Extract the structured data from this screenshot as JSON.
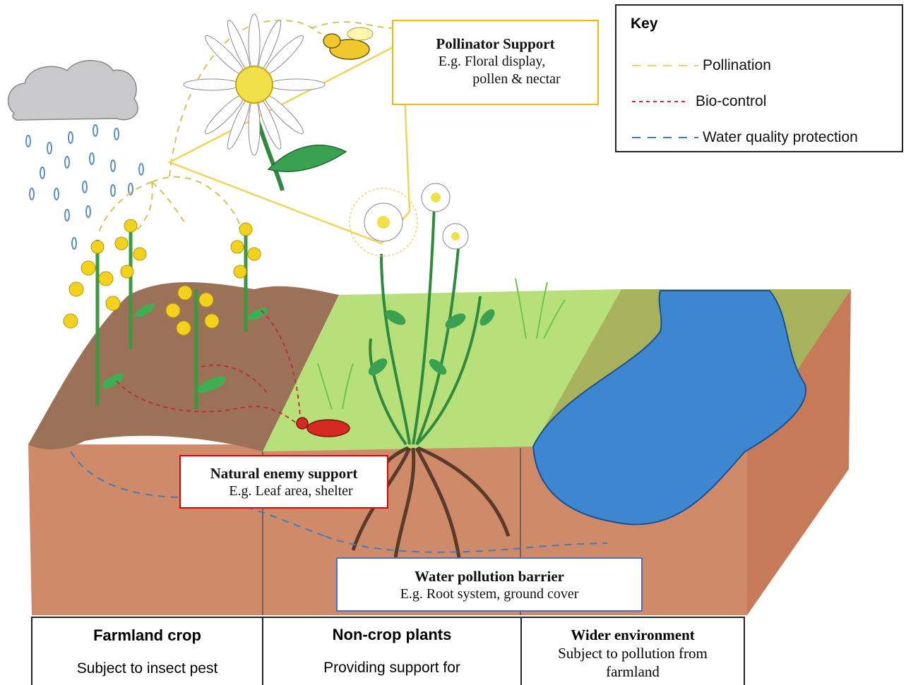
{
  "key": {
    "title": "Key",
    "items": [
      {
        "label": "Pollination",
        "color": "#f2d35a"
      },
      {
        "label": "Bio-control",
        "color": "#e0262a"
      },
      {
        "label": "Water quality protection",
        "color": "#3f7cb8"
      }
    ]
  },
  "callouts": {
    "pollinator": {
      "title": "Pollinator Support",
      "line1": "E.g. Floral display,",
      "line2": "pollen & nectar",
      "border": "#f5b800"
    },
    "natural_enemy": {
      "title": "Natural enemy support",
      "line1": "E.g. Leaf area, shelter",
      "border": "#e00000"
    },
    "water_barrier": {
      "title": "Water pollution barrier",
      "line1": "E.g. Root system, ground cover",
      "border": "#4a72c4"
    }
  },
  "bottom": {
    "farmland": {
      "title": "Farmland crop",
      "text": "Subject to insect pest"
    },
    "noncrop": {
      "title": "Non-crop plants",
      "text": "Providing support for"
    },
    "wider": {
      "title": "Wider environment",
      "text1": "Subject to pollution from",
      "text2": "farmland"
    }
  }
}
